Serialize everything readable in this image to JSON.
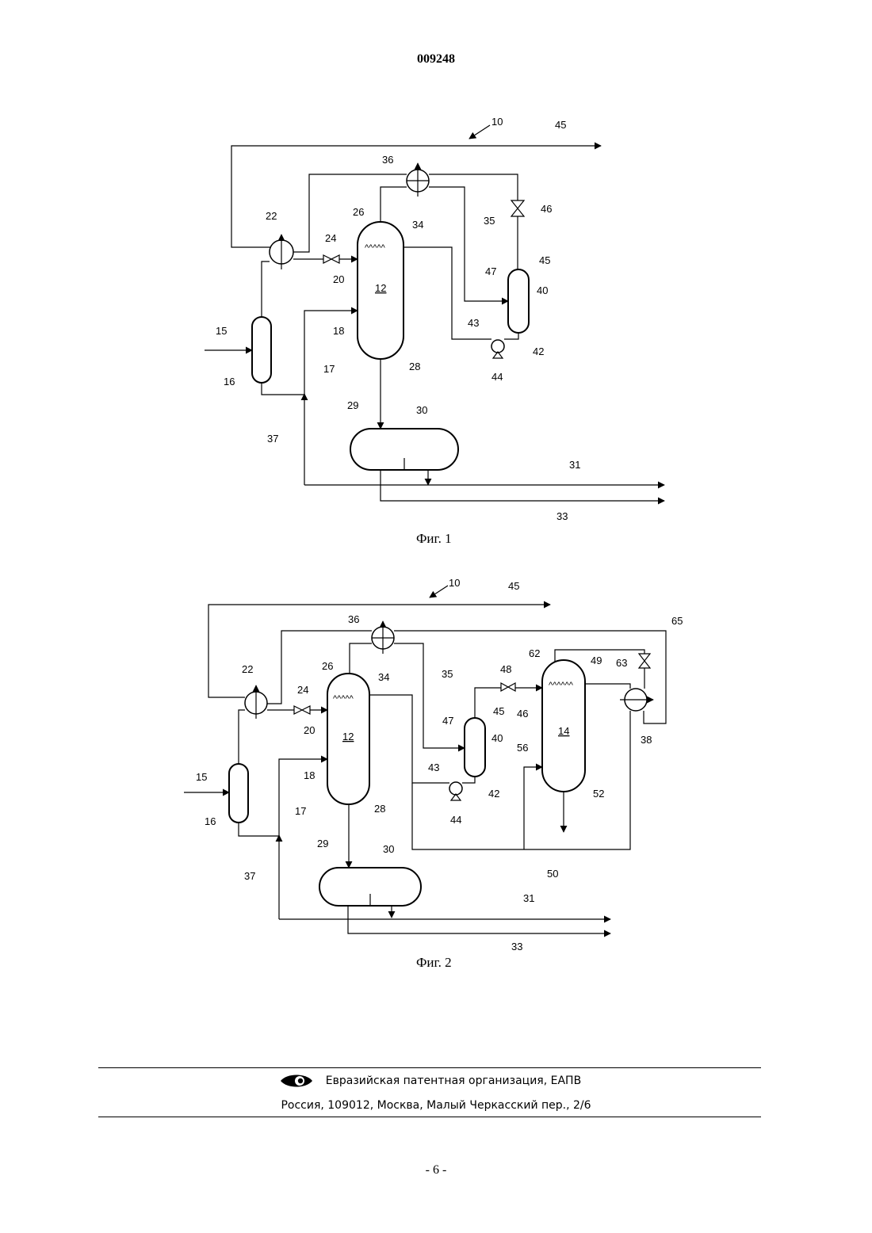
{
  "header": {
    "doc_number": "009248"
  },
  "figure1": {
    "caption": "Фиг. 1",
    "labels": {
      "l10": "10",
      "l45a": "45",
      "l36": "36",
      "l46": "46",
      "l26": "26",
      "l34": "34",
      "l35": "35",
      "l22": "22",
      "l24": "24",
      "l45b": "45",
      "l47": "47",
      "l20": "20",
      "l12": "12",
      "l40": "40",
      "l43": "43",
      "l15": "15",
      "l18": "18",
      "l42": "42",
      "l17": "17",
      "l28": "28",
      "l16": "16",
      "l44": "44",
      "l29": "29",
      "l30": "30",
      "l37": "37",
      "l31": "31",
      "l33": "33"
    }
  },
  "figure2": {
    "caption": "Фиг. 2",
    "labels": {
      "l10": "10",
      "l45a": "45",
      "l65": "65",
      "l36": "36",
      "l62": "62",
      "l49": "49",
      "l63": "63",
      "l26": "26",
      "l34": "34",
      "l35": "35",
      "l48": "48",
      "l22": "22",
      "l24": "24",
      "l45b": "45",
      "l46": "46",
      "l14": "14",
      "l38": "38",
      "l47": "47",
      "l40": "40",
      "l20": "20",
      "l12": "12",
      "l56": "56",
      "l43": "43",
      "l18": "18",
      "l42": "42",
      "l52": "52",
      "l15": "15",
      "l28": "28",
      "l44": "44",
      "l17": "17",
      "l16": "16",
      "l29": "29",
      "l30": "30",
      "l50": "50",
      "l37": "37",
      "l31": "31",
      "l33": "33"
    }
  },
  "footer": {
    "org": "Евразийская патентная организация, ЕАПВ",
    "address": "Россия, 109012, Москва, Малый Черкасский пер., 2/6",
    "logo_icon": "eapo-eye-logo-icon"
  },
  "page": {
    "number": "- 6 -"
  }
}
